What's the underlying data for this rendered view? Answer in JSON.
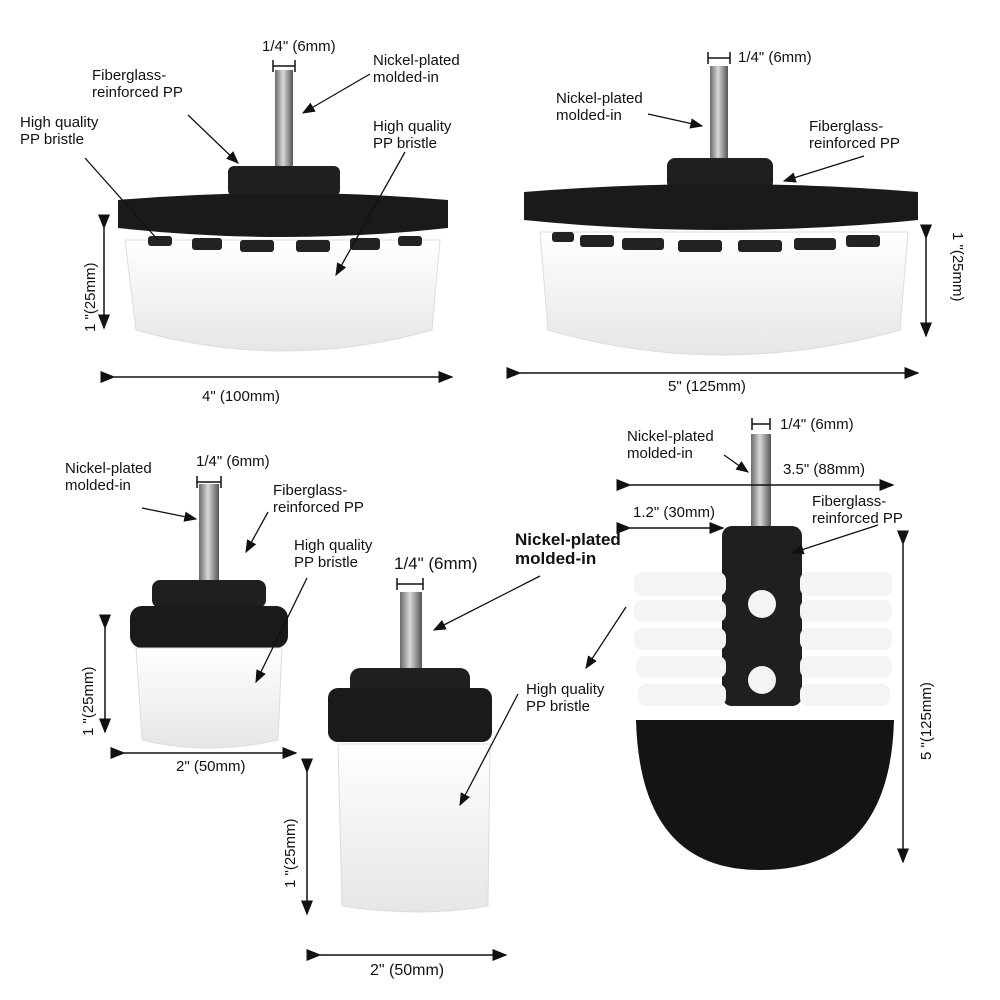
{
  "products": [
    {
      "id": "brush-4in",
      "labels": {
        "shank": "1/4\" (6mm)",
        "nickel": [
          "Nickel-plated",
          "molded-in"
        ],
        "fiberglass": [
          "Fiberglass-",
          "reinforced PP"
        ],
        "bristle_left": [
          "High quality",
          "PP bristle"
        ],
        "bristle_right": [
          "High quality",
          "PP bristle"
        ]
      },
      "dims": {
        "height": "1 \"(25mm)",
        "width": "4\" (100mm)"
      }
    },
    {
      "id": "brush-5in",
      "labels": {
        "shank": "1/4\" (6mm)",
        "nickel": [
          "Nickel-plated",
          "molded-in"
        ],
        "fiberglass": [
          "Fiberglass-",
          "reinforced PP"
        ]
      },
      "dims": {
        "height": "1 \"(25mm)",
        "width": "5\" (125mm)"
      }
    },
    {
      "id": "brush-2in-short",
      "labels": {
        "shank": "1/4\" (6mm)",
        "nickel": [
          "Nickel-plated",
          "molded-in"
        ],
        "fiberglass": [
          "Fiberglass-",
          "reinforced PP"
        ],
        "bristle": [
          "High quality",
          "PP bristle"
        ]
      },
      "dims": {
        "height": "1 \"(25mm)",
        "width": "2\" (50mm)"
      }
    },
    {
      "id": "brush-2in-long",
      "labels": {
        "shank": "1/4\" (6mm)",
        "nickel": [
          "Nickel-plated",
          "molded-in"
        ],
        "bristle": [
          "High quality",
          "PP bristle"
        ]
      },
      "dims": {
        "height": "1 \"(25mm)",
        "width": "2\" (50mm)"
      }
    },
    {
      "id": "brush-corner",
      "labels": {
        "shank": "1/4\" (6mm)",
        "nickel": [
          "Nickel-plated",
          "molded-in"
        ],
        "fiberglass": [
          "Fiberglass-",
          "reinforced PP"
        ]
      },
      "dims": {
        "height": "5 \"(125mm)",
        "width": "3.5\" (88mm)",
        "neck": "1.2\" (30mm)"
      }
    }
  ],
  "colors": {
    "bristle_white": "#f2f2f2",
    "body_black": "#1a1a1a",
    "shank_steel": "#8a8a8a",
    "bristle_black": "#141414"
  }
}
